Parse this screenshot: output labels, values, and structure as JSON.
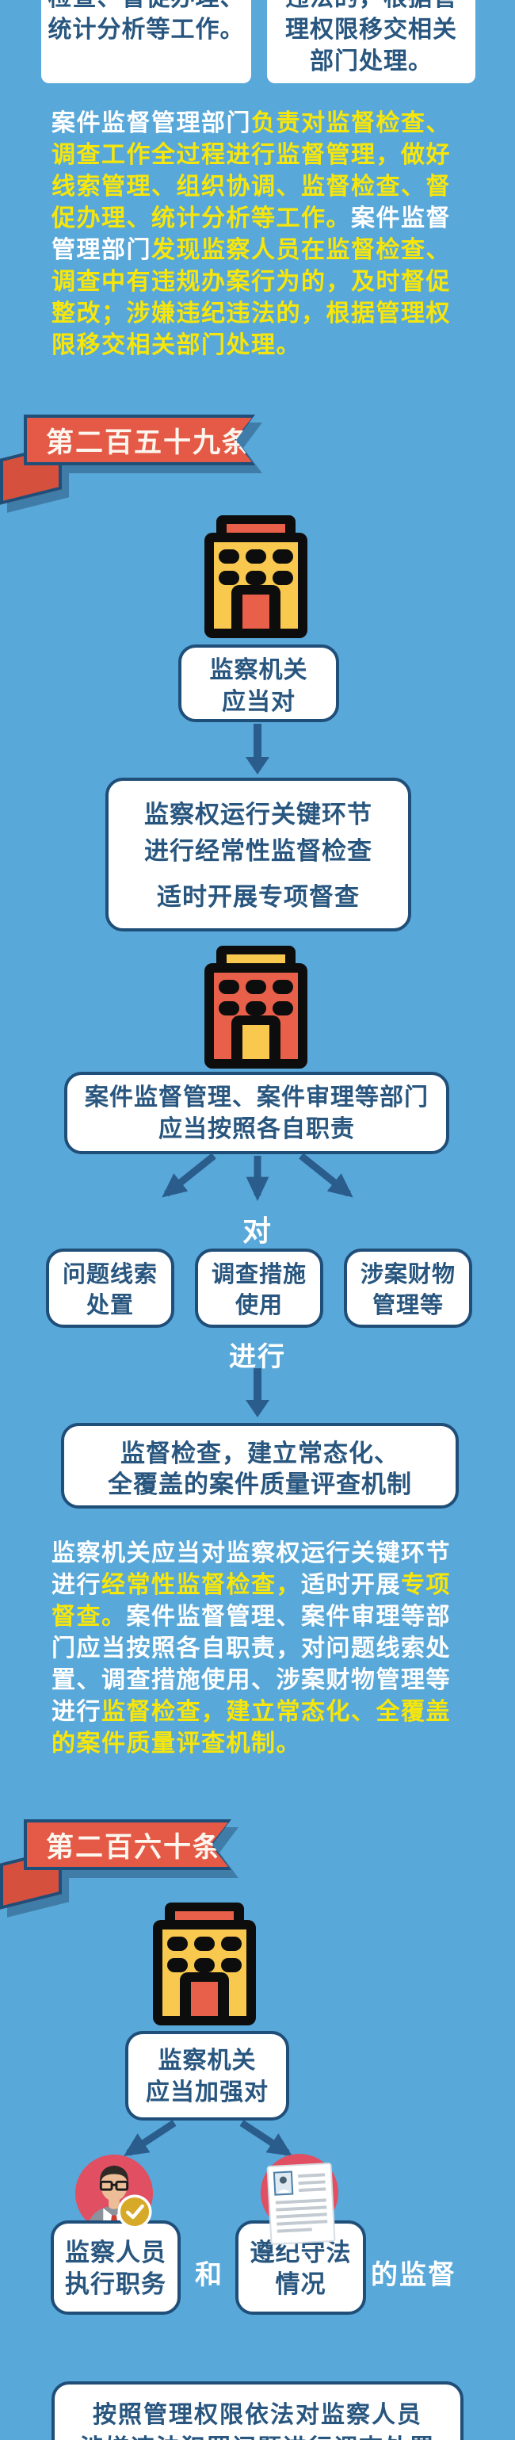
{
  "colors": {
    "background": "#58a8d9",
    "text_navy": "#28567f",
    "border_navy": "#1f4e78",
    "highlight_yellow": "#f6e60c",
    "ribbon_red": "#e45a46",
    "building_yellow": "#f9c84e",
    "building_red": "#e9604a",
    "circle_pink": "#e14f63",
    "arrow_navy": "#2b5d8c"
  },
  "header": {
    "left_box_lines": [
      "检查、督促办理、",
      "统计分析等工作。"
    ],
    "right_box_lines": [
      "违法的，根据管",
      "理权限移交相关",
      "部门处理。"
    ]
  },
  "paragraph1": {
    "segments": [
      {
        "text": "案件监督管理部门",
        "highlight": false
      },
      {
        "text": "负责对监督检查、调查工作全过程进行监督管理，做好线索管理、组织协调、监督检查、督促办理、统计分析等工作。",
        "highlight": true
      },
      {
        "text": "案件监督管理部门",
        "highlight": false
      },
      {
        "text": "发现监察人员在监督检查、调查中有违规办案行为的，及时督促整改；涉嫌违纪违法的，根据管理权限移交相关部门处理。",
        "highlight": true
      }
    ]
  },
  "article259": {
    "ribbon_label": "第二百五十九条",
    "org_box_lines": [
      "监察机关",
      "应当对"
    ],
    "scope_box_lines": [
      "监察权运行关键环节",
      "进行经常性监督检查"
    ],
    "scope_box_subline": "适时开展专项督查",
    "dept_box_lines": [
      "案件监督管理、案件审理等部门",
      "应当按照各自职责"
    ],
    "connector_dui": "对",
    "item1_lines": [
      "问题线索",
      "处置"
    ],
    "item2_lines": [
      "调查措施",
      "使用"
    ],
    "item3_lines": [
      "涉案财物",
      "管理等"
    ],
    "connector_jinxing": "进行",
    "result_box_lines": [
      "监督检查，建立常态化、",
      "全覆盖的案件质量评查机制"
    ]
  },
  "paragraph2": {
    "segments": [
      {
        "text": "监察机关应当对监察权运行关键环节进行",
        "highlight": false
      },
      {
        "text": "经常性监督检查，",
        "highlight": true
      },
      {
        "text": "适时开展",
        "highlight": false
      },
      {
        "text": "专项督查。",
        "highlight": true
      },
      {
        "text": "案件监督管理、案件审理等部门应当按照各自职责，对问题线索处置、调查措施使用、涉案财物管理等进行",
        "highlight": false
      },
      {
        "text": "监督检查，建立常态化、全覆盖的案件质量评查机制。",
        "highlight": true
      }
    ]
  },
  "article260": {
    "ribbon_label": "第二百六十条",
    "org_box_lines": [
      "监察机关",
      "应当加强对"
    ],
    "duty_box_lines": [
      "监察人员",
      "执行职务"
    ],
    "connector_he": "和",
    "law_box_lines": [
      "遵纪守法",
      "情况"
    ],
    "suffix_label": "的监督",
    "bottom_box_lines": [
      "按照管理权限依法对监察人员",
      "涉嫌违法犯罪问题进行调查处置"
    ]
  },
  "icons": {
    "building": "government-building",
    "down_arrow": "down-arrow",
    "fan_arrows": "branching-arrows",
    "inspector": "inspector-avatar",
    "check_badge": "check-badge",
    "document": "compliance-document"
  }
}
